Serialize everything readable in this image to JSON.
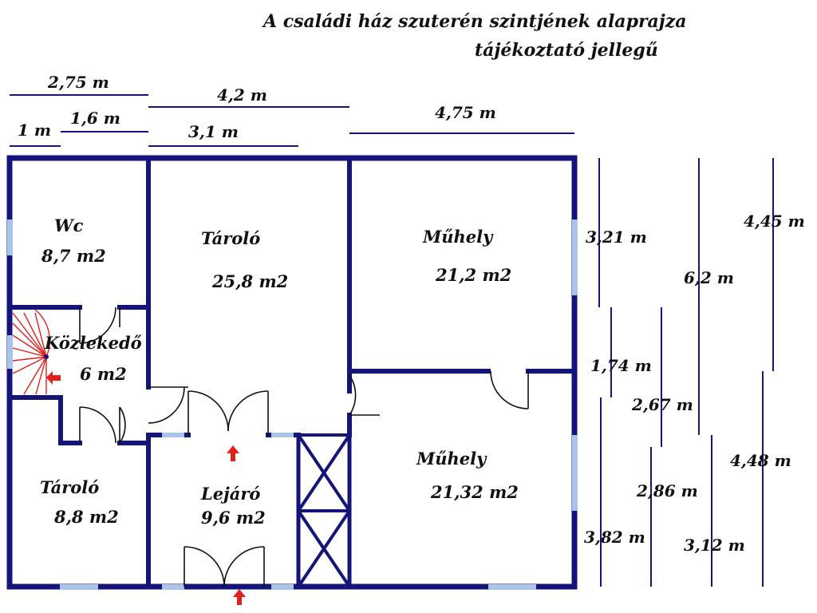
{
  "title": {
    "line1": "A családi ház szuterén szintjének alaprajza",
    "line2": "tájékoztató jellegű"
  },
  "dimensions": {
    "top": {
      "d275": "2,75 m",
      "d42": "4,2 m",
      "d1": "1 m",
      "d16": "1,6 m",
      "d31": "3,1 m",
      "d475": "4,75 m"
    },
    "right": {
      "d321": "3,21 m",
      "d445": "4,45 m",
      "d62": "6,2 m",
      "d174": "1,74 m",
      "d267": "2,67 m",
      "d448": "4,48 m",
      "d286": "2,86 m",
      "d382": "3,82 m",
      "d312": "3,12 m"
    }
  },
  "rooms": {
    "wc": {
      "name": "Wc",
      "area": "8,7 m2"
    },
    "storage_large": {
      "name": "Tároló",
      "area": "25,8 m2"
    },
    "workshop_top": {
      "name": "Műhely",
      "area": "21,2 m2"
    },
    "corridor": {
      "name": "Közlekedő",
      "area": "6 m2"
    },
    "storage_small": {
      "name": "Tároló",
      "area": "8,8 m2"
    },
    "stairway": {
      "name": "Lejáró",
      "area": "9,6 m2"
    },
    "workshop_bottom": {
      "name": "Műhely",
      "area": "21,32 m2"
    }
  },
  "colors": {
    "wall": "#14147a",
    "window": "#a9c4e6",
    "stairs": "#e0201a",
    "arrow": "#e0201a"
  }
}
